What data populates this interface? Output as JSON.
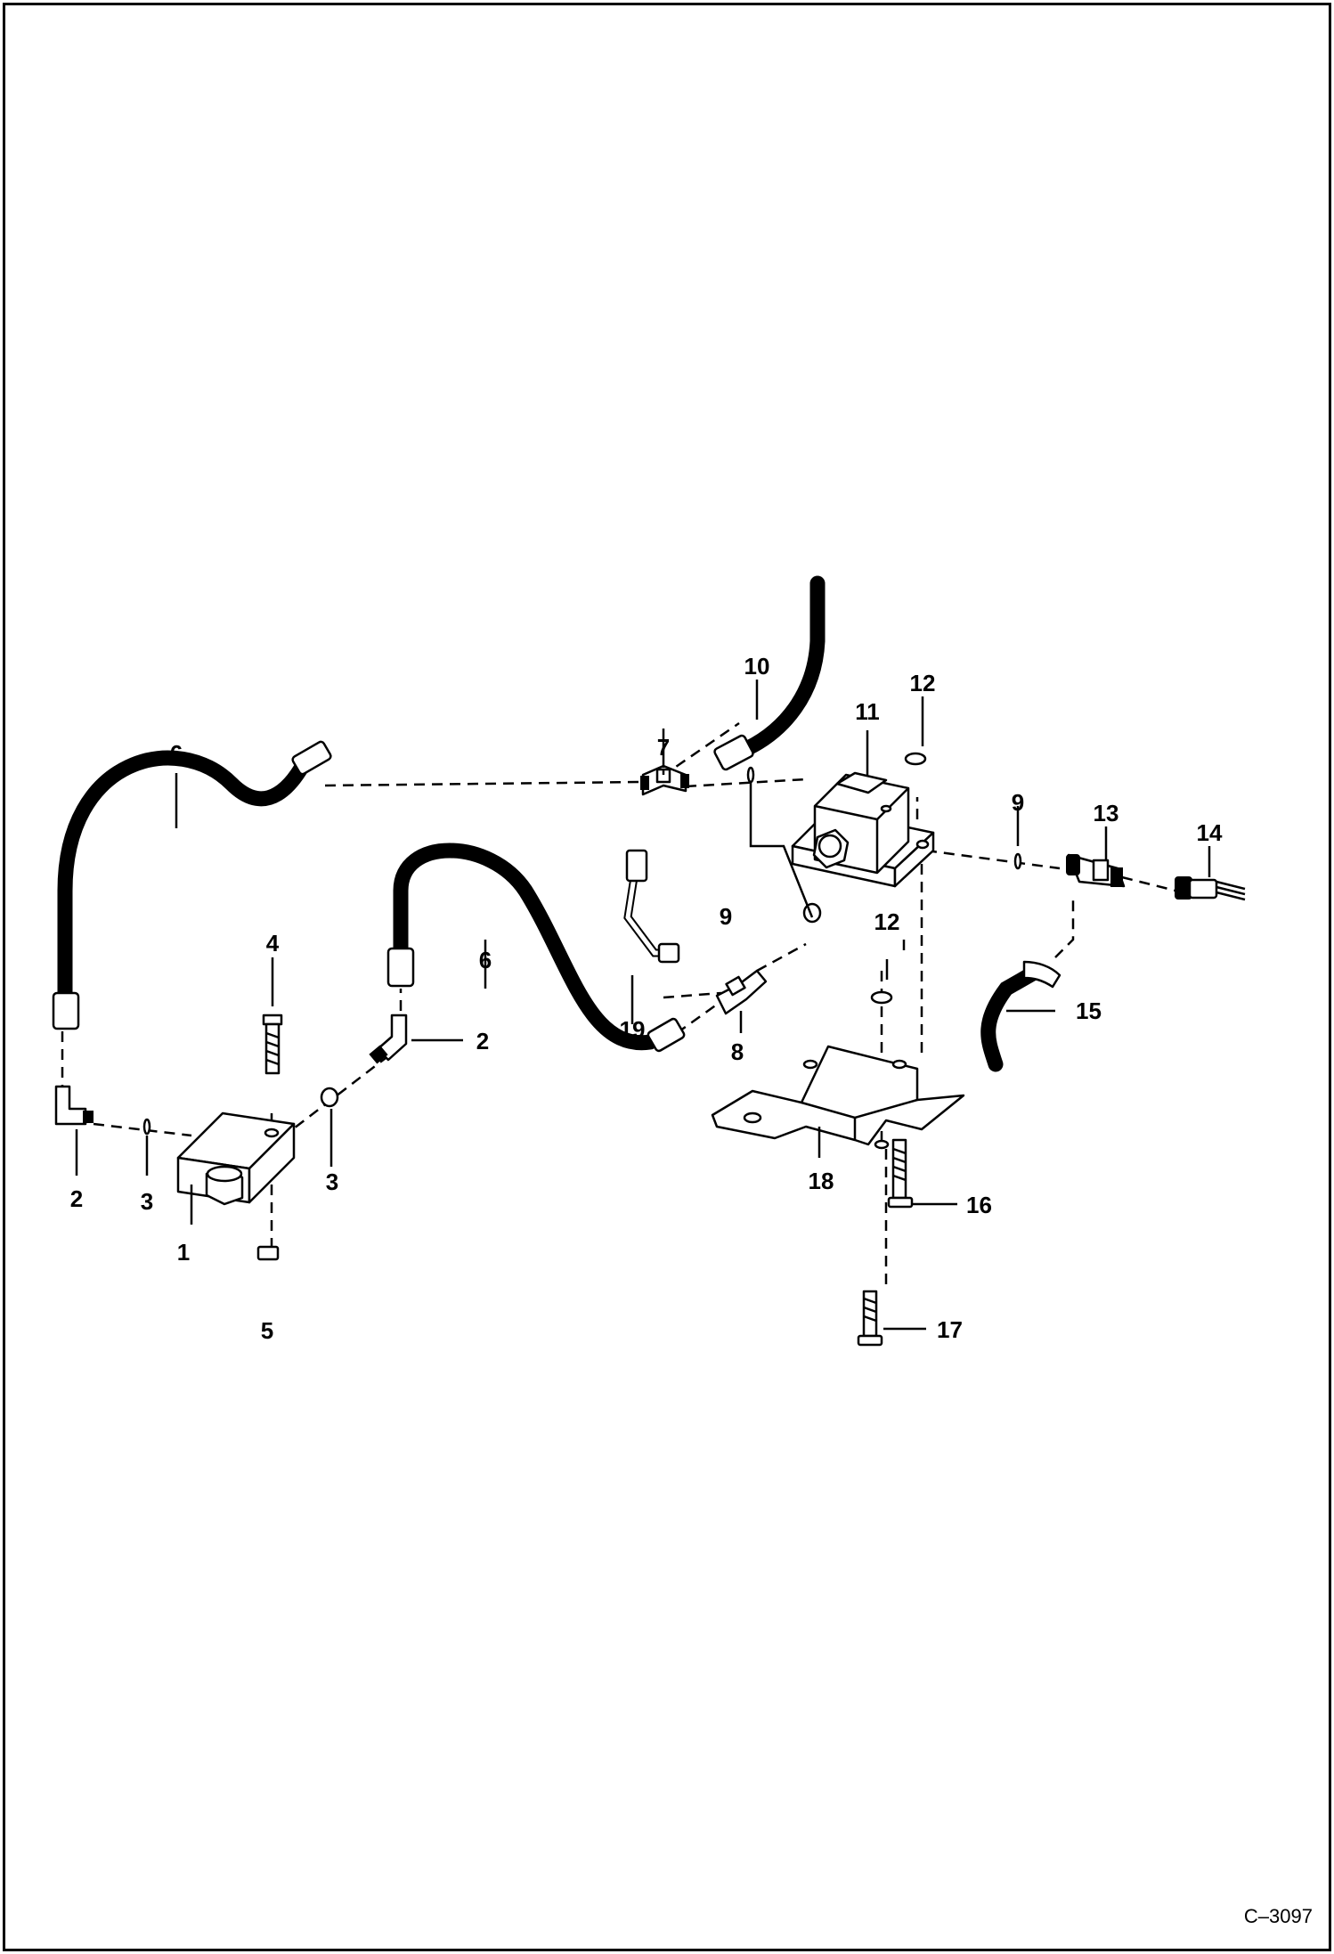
{
  "figure_code": "C–3097",
  "callouts": [
    {
      "id": "c1",
      "text": "1"
    },
    {
      "id": "c2a",
      "text": "2"
    },
    {
      "id": "c2b",
      "text": "2"
    },
    {
      "id": "c3a",
      "text": "3"
    },
    {
      "id": "c3b",
      "text": "3"
    },
    {
      "id": "c4",
      "text": "4"
    },
    {
      "id": "c5",
      "text": "5"
    },
    {
      "id": "c6a",
      "text": "6"
    },
    {
      "id": "c6b",
      "text": "6"
    },
    {
      "id": "c7",
      "text": "7"
    },
    {
      "id": "c8",
      "text": "8"
    },
    {
      "id": "c9a",
      "text": "9"
    },
    {
      "id": "c9b",
      "text": "9"
    },
    {
      "id": "c10",
      "text": "10"
    },
    {
      "id": "c11",
      "text": "11"
    },
    {
      "id": "c12a",
      "text": "12"
    },
    {
      "id": "c12b",
      "text": "12"
    },
    {
      "id": "c13",
      "text": "13"
    },
    {
      "id": "c14",
      "text": "14"
    },
    {
      "id": "c15",
      "text": "15"
    },
    {
      "id": "c16",
      "text": "16"
    },
    {
      "id": "c17",
      "text": "17"
    },
    {
      "id": "c18",
      "text": "18"
    },
    {
      "id": "c19",
      "text": "19"
    }
  ]
}
